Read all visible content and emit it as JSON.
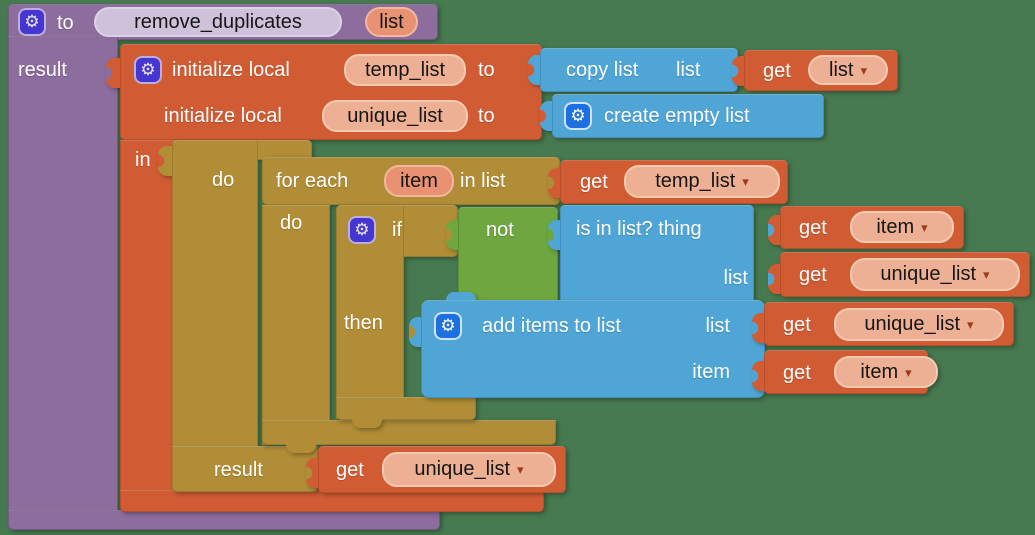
{
  "workspace": {
    "background_color": "#477a50"
  },
  "palette": {
    "procedure_purple": "#8d6c9e",
    "variable_orange": "#d15c34",
    "control_gold": "#b08d36",
    "logic_green": "#6ea63f",
    "list_blue": "#4fa6d6",
    "field_salmon": "#eeb094",
    "pill_salmon": "#e89173",
    "field_lavender": "#cec1da",
    "mutator_indigo": "#4636d1",
    "mutator_blue": "#1e6fe0",
    "dropdown_arrow_color": "#9c3c1c"
  },
  "icons": {
    "mutator_gear": "⚙",
    "dropdown_arrow": "▾"
  },
  "procedure_block": {
    "to_label": "to",
    "name": "remove_duplicates",
    "param": "list",
    "result_label": "result"
  },
  "init_local_block": {
    "row1_label": "initialize local",
    "row1_var": "temp_list",
    "row1_to": "to",
    "row2_label": "initialize local",
    "row2_var": "unique_list",
    "row2_to": "to",
    "in_label": "in"
  },
  "copy_list_block": {
    "label": "copy list",
    "arg_label": "list"
  },
  "get_list_block": {
    "get_label": "get",
    "value": "list"
  },
  "create_empty_list_block": {
    "label": "create empty list"
  },
  "do_result_block": {
    "do_label": "do",
    "result_label": "result"
  },
  "for_each_block": {
    "prefix": "for each",
    "var": "item",
    "suffix": "in list",
    "do_label": "do"
  },
  "get_temp_list_block": {
    "get_label": "get",
    "value": "temp_list"
  },
  "if_block": {
    "if_label": "if",
    "then_label": "then"
  },
  "not_block": {
    "label": "not"
  },
  "is_in_list_block": {
    "thing_label": "is in list? thing",
    "list_label": "list"
  },
  "get_item_thing_block": {
    "get_label": "get",
    "value": "item"
  },
  "get_unique_list_arg_block": {
    "get_label": "get",
    "value": "unique_list"
  },
  "add_items_block": {
    "label": "add items to list",
    "list_label": "list",
    "item_label": "item"
  },
  "add_get_unique_list_block": {
    "get_label": "get",
    "value": "unique_list"
  },
  "add_get_item_block": {
    "get_label": "get",
    "value": "item"
  },
  "result_get_block": {
    "get_label": "get",
    "value": "unique_list"
  }
}
